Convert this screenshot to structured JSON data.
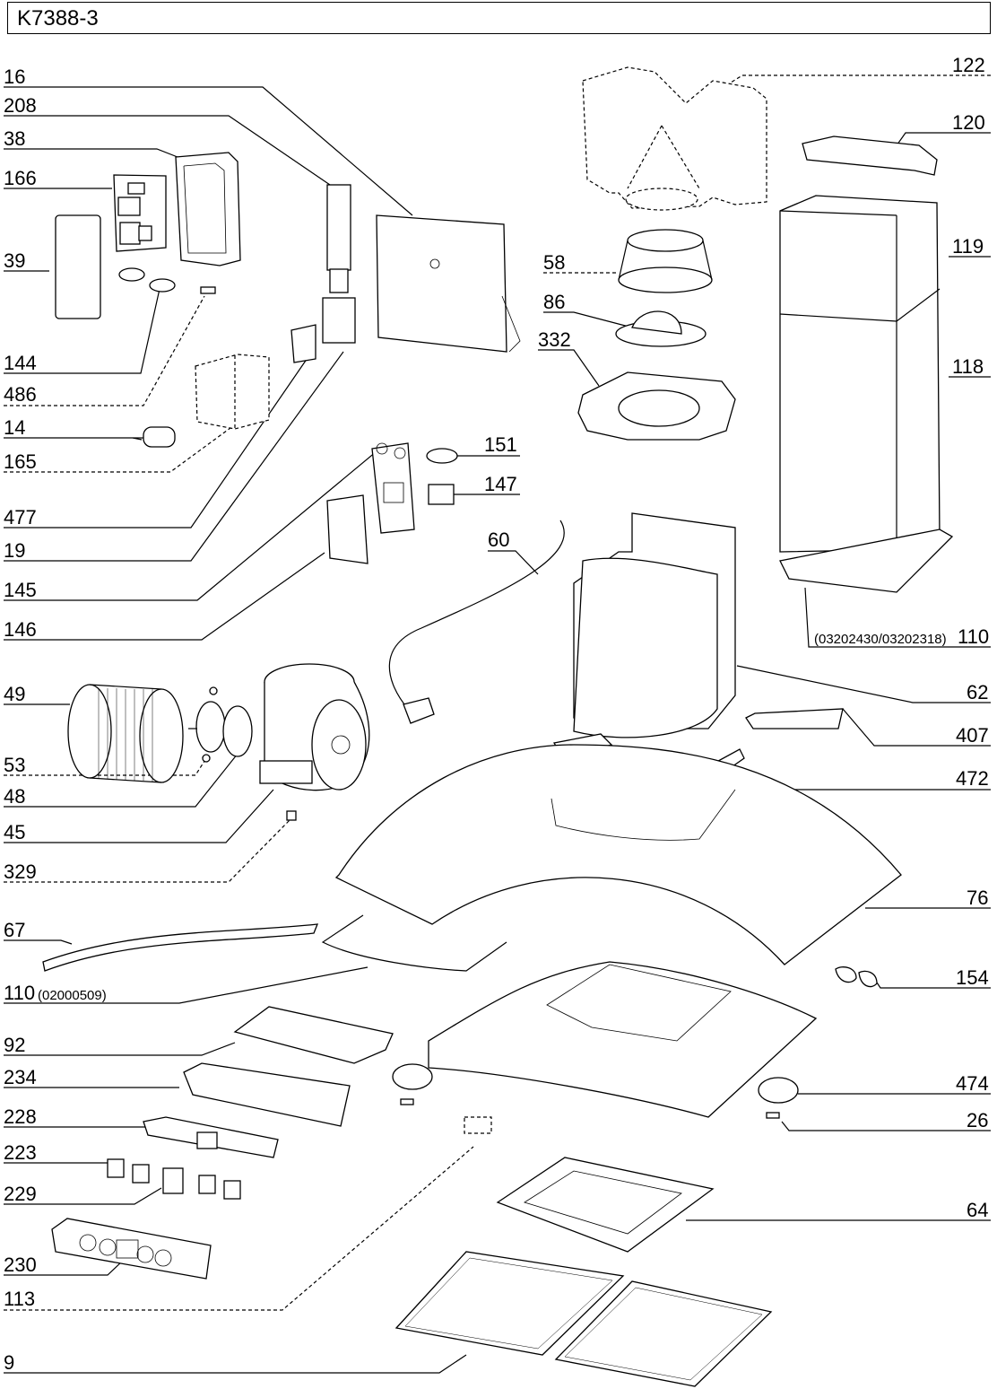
{
  "title": "K7388-3",
  "labels": {
    "l16": "16",
    "l208": "208",
    "l38": "38",
    "l166": "166",
    "l39": "39",
    "l144": "144",
    "l486": "486",
    "l14": "14",
    "l165": "165",
    "l477": "477",
    "l19": "19",
    "l145": "145",
    "l146": "146",
    "l49": "49",
    "l53": "53",
    "l48": "48",
    "l45": "45",
    "l329": "329",
    "l67": "67",
    "l110a": "110",
    "l110a_code": "(02000509)",
    "l92": "92",
    "l234": "234",
    "l228": "228",
    "l223": "223",
    "l229": "229",
    "l230": "230",
    "l113": "113",
    "l9": "9",
    "l122": "122",
    "l120": "120",
    "l119": "119",
    "l118": "118",
    "l110b_code": "(03202430/03202318)",
    "l110b": "110",
    "l58": "58",
    "l86": "86",
    "l332": "332",
    "l151": "151",
    "l147": "147",
    "l60": "60",
    "l62": "62",
    "l407": "407",
    "l472": "472",
    "l76": "76",
    "l154": "154",
    "l474": "474",
    "l26": "26",
    "l64": "64"
  }
}
